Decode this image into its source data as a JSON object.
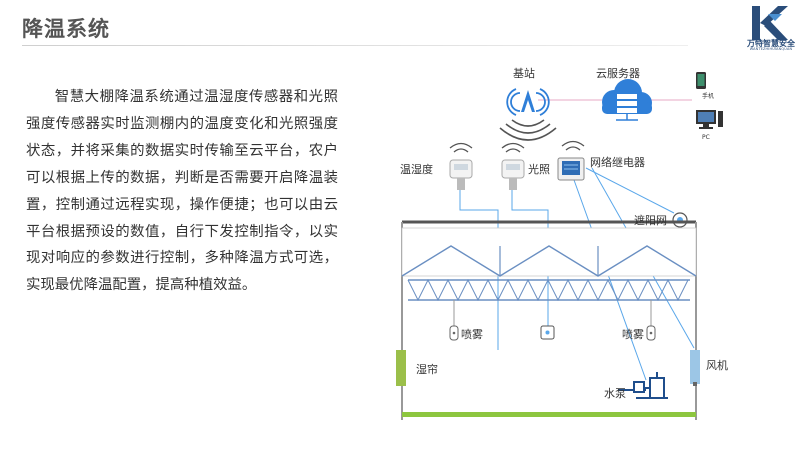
{
  "header": {
    "title": "降温系统",
    "logo_text": "万特智慧安全",
    "logo_subtext": "WANTEZHIHUIANQUAN"
  },
  "description": "智慧大棚降温系统通过温湿度传感器和光照强度传感器实时监测棚内的温度变化和光照强度状态，并将采集的数据实时传输至云平台，农户可以根据上传的数据，判断是否需要开启降温装置，控制通过远程实现，操作便捷；也可以由云平台根据预设的数值，自行下发控制指令，以实现对响应的参数进行控制，多种降温方式可选，实现最优降温配置，提高种植效益。",
  "diagram": {
    "base_station": "基站",
    "cloud_server": "云服务器",
    "phone": "手机",
    "pc": "PC",
    "temp_humidity": "温湿度",
    "light": "光照",
    "relay": "网络继电器",
    "shade_net": "遮阳网",
    "spray_left": "喷雾",
    "spray_right": "喷雾",
    "wet_curtain": "湿帘",
    "fan": "风机",
    "water_pump": "水泵"
  },
  "colors": {
    "title": "#555555",
    "logo_blue": "#2a4d7a",
    "cloud_blue": "#2f7fd8",
    "line_blue": "#5aa7ea",
    "truss_blue": "#6a8fc2",
    "ground_green": "#8dc63f",
    "curtain_green": "#9bbf4a",
    "fan_blue": "#9cc6e6",
    "link_pink": "#e7a9c4"
  }
}
